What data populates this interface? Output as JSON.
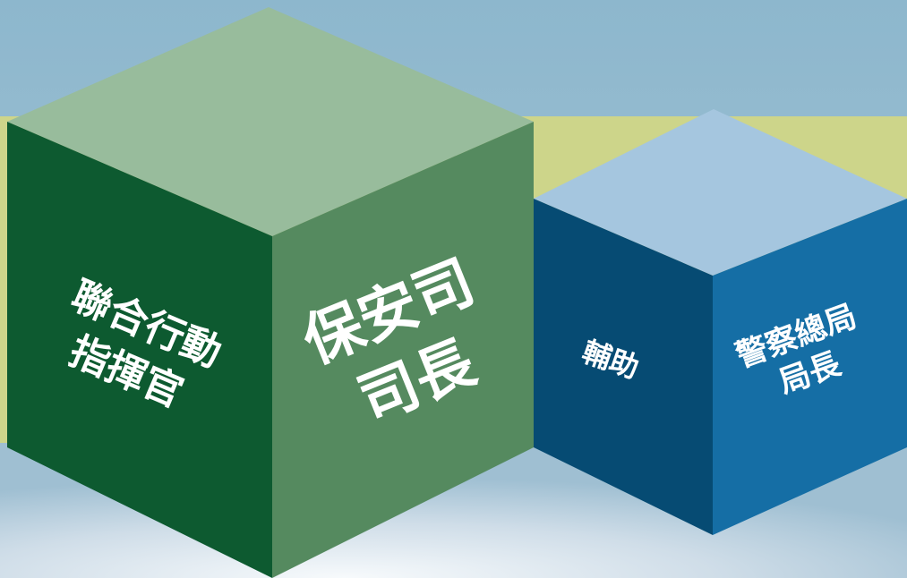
{
  "colors": {
    "background_top": "#7eafc8",
    "background_bottom": "#e8eff4",
    "band": "#cdd58a",
    "green_top": "#98bc9c",
    "green_left": "#0d5a30",
    "green_right": "#558a5f",
    "blue_top": "#a5c6df",
    "blue_left": "#064b73",
    "blue_right": "#156ea5",
    "text": "#ffffff"
  },
  "cubes": {
    "green": {
      "left_face": {
        "lines": [
          "聯合行動",
          "指揮官"
        ]
      },
      "right_face": {
        "lines": [
          "保安司",
          "司長"
        ]
      }
    },
    "blue": {
      "left_face": {
        "lines": [
          "輔助"
        ]
      },
      "right_face": {
        "lines": [
          "警察總局",
          "局長"
        ]
      }
    }
  }
}
